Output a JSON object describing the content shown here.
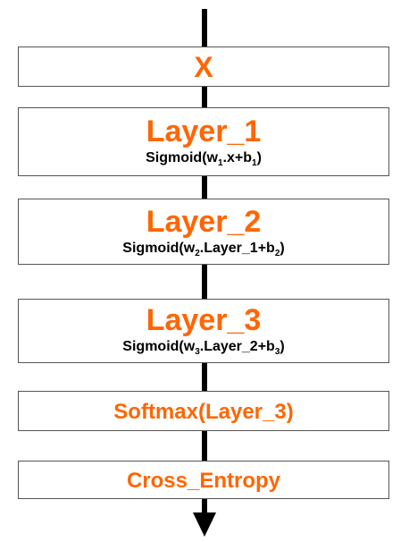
{
  "nodes": {
    "input": {
      "label": "X"
    },
    "layer1": {
      "label": "Layer_1",
      "formula": {
        "prefix": "Sigmoid(w",
        "w_sub": "1",
        "mid": ".x+b",
        "b_sub": "1",
        "suffix": ")"
      }
    },
    "layer2": {
      "label": "Layer_2",
      "formula": {
        "prefix": "Sigmoid(w",
        "w_sub": "2",
        "mid": ".Layer_1+b",
        "b_sub": "2",
        "suffix": ")"
      }
    },
    "layer3": {
      "label": "Layer_3",
      "formula": {
        "prefix": "Sigmoid(w",
        "w_sub": "3",
        "mid": ".Layer_2+b",
        "b_sub": "3",
        "suffix": ")"
      }
    },
    "softmax": {
      "label": "Softmax(Layer_3)"
    },
    "loss": {
      "label": "Cross_Entropy"
    }
  },
  "colors": {
    "accent": "#ff6600",
    "formula_text": "#000000",
    "flow_line": "#000000",
    "box_border": "#555555"
  }
}
